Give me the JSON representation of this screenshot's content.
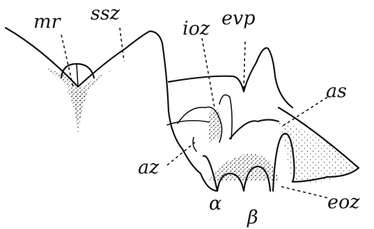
{
  "labels": {
    "mr": "mr",
    "ssz": "ssz",
    "ioz": "ioz",
    "evp": "evp",
    "as": "as",
    "az": "az",
    "alpha": "α",
    "beta": "β",
    "eoz": "eoz"
  }
}
